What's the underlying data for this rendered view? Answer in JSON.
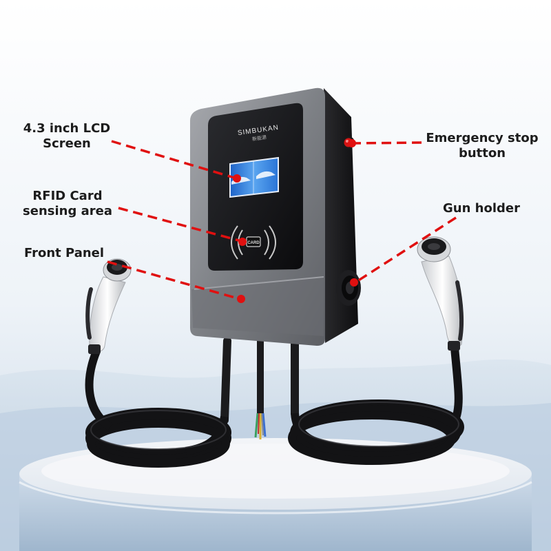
{
  "brand": {
    "logo_text": "SIMBUKAN",
    "logo_subtext": "新能源"
  },
  "rfid_badge": "CARD",
  "callouts": {
    "lcd_screen": {
      "line1": "4.3 inch LCD",
      "line2": "Screen"
    },
    "rfid_area": {
      "line1": "RFID Card",
      "line2": "sensing area"
    },
    "front_panel": {
      "line1": "Front Panel"
    },
    "emergency_stop": {
      "line1": "Emergency stop",
      "line2": "button"
    },
    "gun_holder": {
      "line1": "Gun holder"
    }
  },
  "colors": {
    "leader_line": "#e01010",
    "panel_gray": "#7b7d82",
    "screen_black": "#121214",
    "lcd_blue": "#2f7fe0",
    "background_sky": "#e9f0f6",
    "pedestal": "#c9d9ea"
  },
  "icons": [
    "charger-unit",
    "lcd-screen",
    "rfid-waves",
    "emergency-stop-button",
    "gun-holder-socket",
    "charging-gun-left",
    "charging-gun-right",
    "cable-coil"
  ]
}
